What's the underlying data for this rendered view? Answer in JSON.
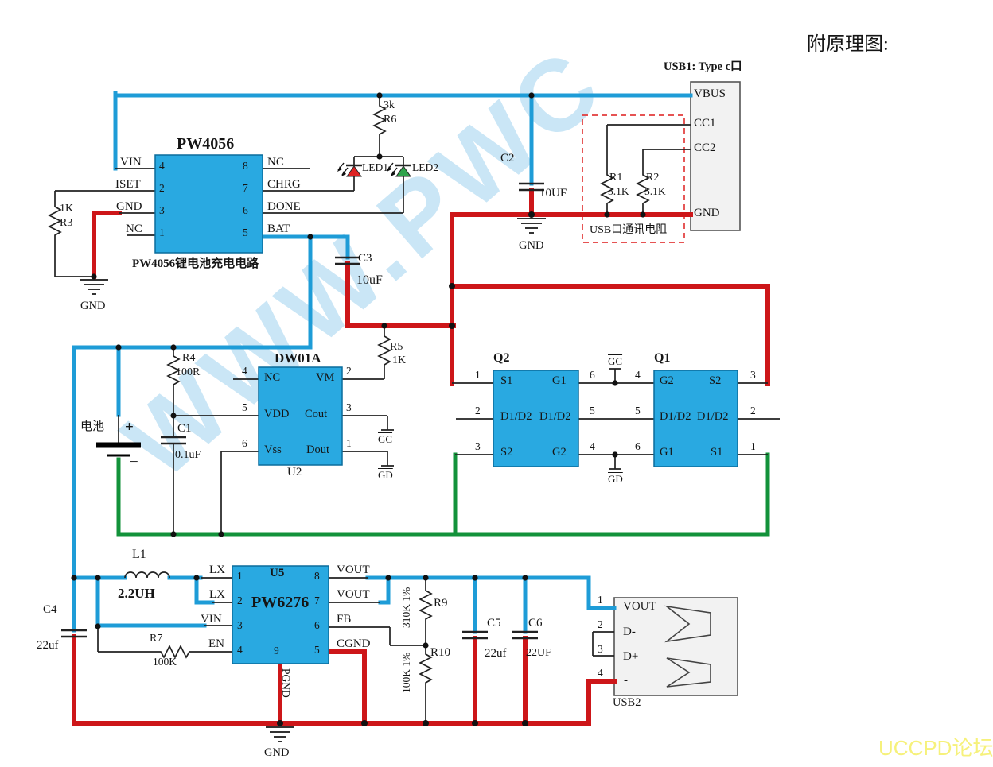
{
  "annotation": "附原理图:",
  "watermark": {
    "site": "WWW.PWC",
    "forum": "UCCPD论坛"
  },
  "colors": {
    "wire_blue": "#1e9cd7",
    "wire_red": "#cd1619",
    "wire_green": "#12923a",
    "ic_fill": "#29a9e1",
    "ic_border": "#0a6c9c",
    "connector_fill": "#f2f2f2",
    "dashed_box": "#e23b3b",
    "led1_red": "#dd2222",
    "led2_green": "#2fa34b",
    "forum_color": "#f6f17b",
    "watermark_blue": "#9ed2ee"
  },
  "usb1": {
    "title": "USB1: Type c口",
    "pins": [
      {
        "name": "VBUS"
      },
      {
        "name": "CC1"
      },
      {
        "name": "CC2"
      },
      {
        "name": "GND"
      }
    ]
  },
  "comm_box_label": "USB口通讯电阻",
  "pw4056": {
    "title": "PW4056",
    "caption": "PW4056锂电池充电电路",
    "left": [
      {
        "num": "4",
        "name": "VIN"
      },
      {
        "num": "2",
        "name": "ISET"
      },
      {
        "num": "3",
        "name": "GND"
      },
      {
        "num": "1",
        "name": "NC"
      }
    ],
    "right": [
      {
        "num": "8",
        "name": "NC"
      },
      {
        "num": "7",
        "name": "CHRG"
      },
      {
        "num": "6",
        "name": "DONE"
      },
      {
        "num": "5",
        "name": "BAT"
      }
    ]
  },
  "dw01a": {
    "title": "DW01A",
    "ref": "U2",
    "left": [
      {
        "num": "4",
        "name": "NC"
      },
      {
        "num": "5",
        "name": "VDD"
      },
      {
        "num": "6",
        "name": "Vss"
      }
    ],
    "right": [
      {
        "num": "2",
        "name": "VM"
      },
      {
        "num": "3",
        "name": "Cout"
      },
      {
        "num": "1",
        "name": "Dout"
      }
    ]
  },
  "nets": {
    "gc": "GC",
    "gd": "GD",
    "gnd": "GND",
    "pgnd": "PGND"
  },
  "q2": {
    "ref": "Q2",
    "left": [
      {
        "num": "1",
        "name": "S1"
      },
      {
        "num": "2",
        "name": "D1/D2"
      },
      {
        "num": "3",
        "name": "S2"
      }
    ],
    "right": [
      {
        "num": "6",
        "name": "G1"
      },
      {
        "num": "5",
        "name": "D1/D2"
      },
      {
        "num": "4",
        "name": "G2"
      }
    ]
  },
  "q1": {
    "ref": "Q1",
    "left": [
      {
        "num": "4",
        "name": "G2"
      },
      {
        "num": "5",
        "name": "D1/D2"
      },
      {
        "num": "6",
        "name": "G1"
      }
    ],
    "right": [
      {
        "num": "3",
        "name": "S2"
      },
      {
        "num": "2",
        "name": "D1/D2"
      },
      {
        "num": "1",
        "name": "S1"
      }
    ]
  },
  "pw6276": {
    "ref": "U5",
    "title": "PW6276",
    "left": [
      {
        "num": "1",
        "name": "LX"
      },
      {
        "num": "2",
        "name": "LX"
      },
      {
        "num": "3",
        "name": "VIN"
      },
      {
        "num": "4",
        "name": "EN"
      }
    ],
    "right": [
      {
        "num": "8",
        "name": "VOUT"
      },
      {
        "num": "7",
        "name": "VOUT"
      },
      {
        "num": "6",
        "name": "FB"
      },
      {
        "num": "5",
        "name": "CGND"
      }
    ],
    "bottom": {
      "num": "9",
      "name": "PGND"
    }
  },
  "usb2": {
    "ref": "USB2",
    "pins": [
      {
        "num": "1",
        "name": "VOUT"
      },
      {
        "num": "2",
        "name": "D-"
      },
      {
        "num": "3",
        "name": "D+"
      },
      {
        "num": "4",
        "name": "-"
      }
    ]
  },
  "battery": {
    "label": "电池",
    "plus": "+",
    "minus": "−"
  },
  "parts": {
    "r1": {
      "ref": "R1",
      "value": "5.1K"
    },
    "r2": {
      "ref": "R2",
      "value": "5.1K"
    },
    "r3": {
      "ref": "R3",
      "value": "1K"
    },
    "r4": {
      "ref": "R4",
      "value": "100R"
    },
    "r5": {
      "ref": "R5",
      "value": "1K"
    },
    "r6": {
      "ref": "R6",
      "value": "3k"
    },
    "r7": {
      "ref": "R7",
      "value": "100K"
    },
    "r9": {
      "ref": "R9",
      "value": "310K 1%"
    },
    "r10": {
      "ref": "R10",
      "value": "100K 1%"
    },
    "c1": {
      "ref": "C1",
      "value": "0.1uF"
    },
    "c2": {
      "ref": "C2",
      "value": "10UF"
    },
    "c3": {
      "ref": "C3",
      "value": "10uF"
    },
    "c4": {
      "ref": "C4",
      "value": "22uf"
    },
    "c5": {
      "ref": "C5",
      "value": "22uf"
    },
    "c6": {
      "ref": "C6",
      "value": "22UF"
    },
    "l1": {
      "ref": "L1",
      "value": "2.2UH"
    },
    "led1": {
      "ref": "LED1"
    },
    "led2": {
      "ref": "LED2"
    }
  }
}
